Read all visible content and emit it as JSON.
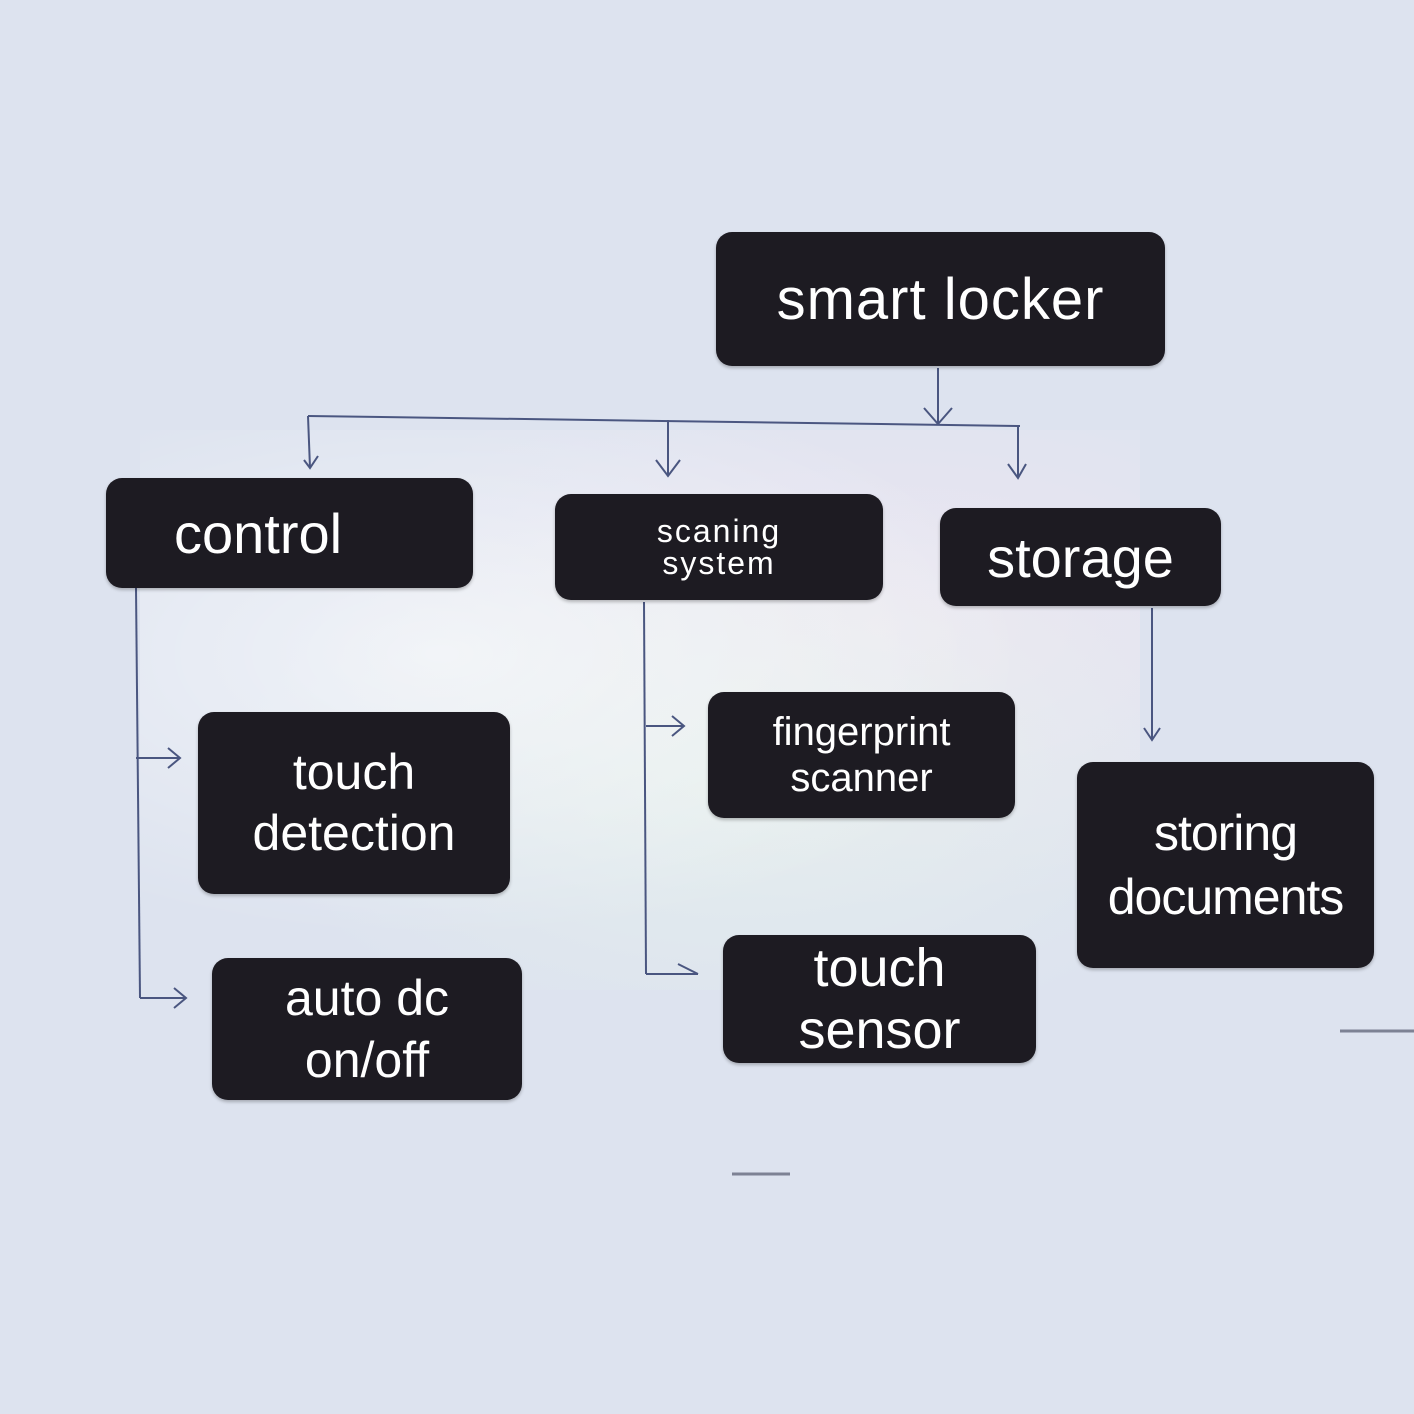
{
  "diagram": {
    "root": {
      "label": "smart locker"
    },
    "branches": [
      {
        "label": "control",
        "children": [
          "touch\ndetection",
          "auto dc\non/off"
        ]
      },
      {
        "label": "scaning\nsystem",
        "children": [
          "fingerprint\nscanner",
          "touch\nsensor"
        ]
      },
      {
        "label": "storage",
        "children": [
          "storing\ndocuments"
        ]
      }
    ]
  },
  "colors": {
    "background": "#dde3ef",
    "node_fill": "#1d1b22",
    "node_text": "#ffffff",
    "connector": "#4a5680"
  }
}
